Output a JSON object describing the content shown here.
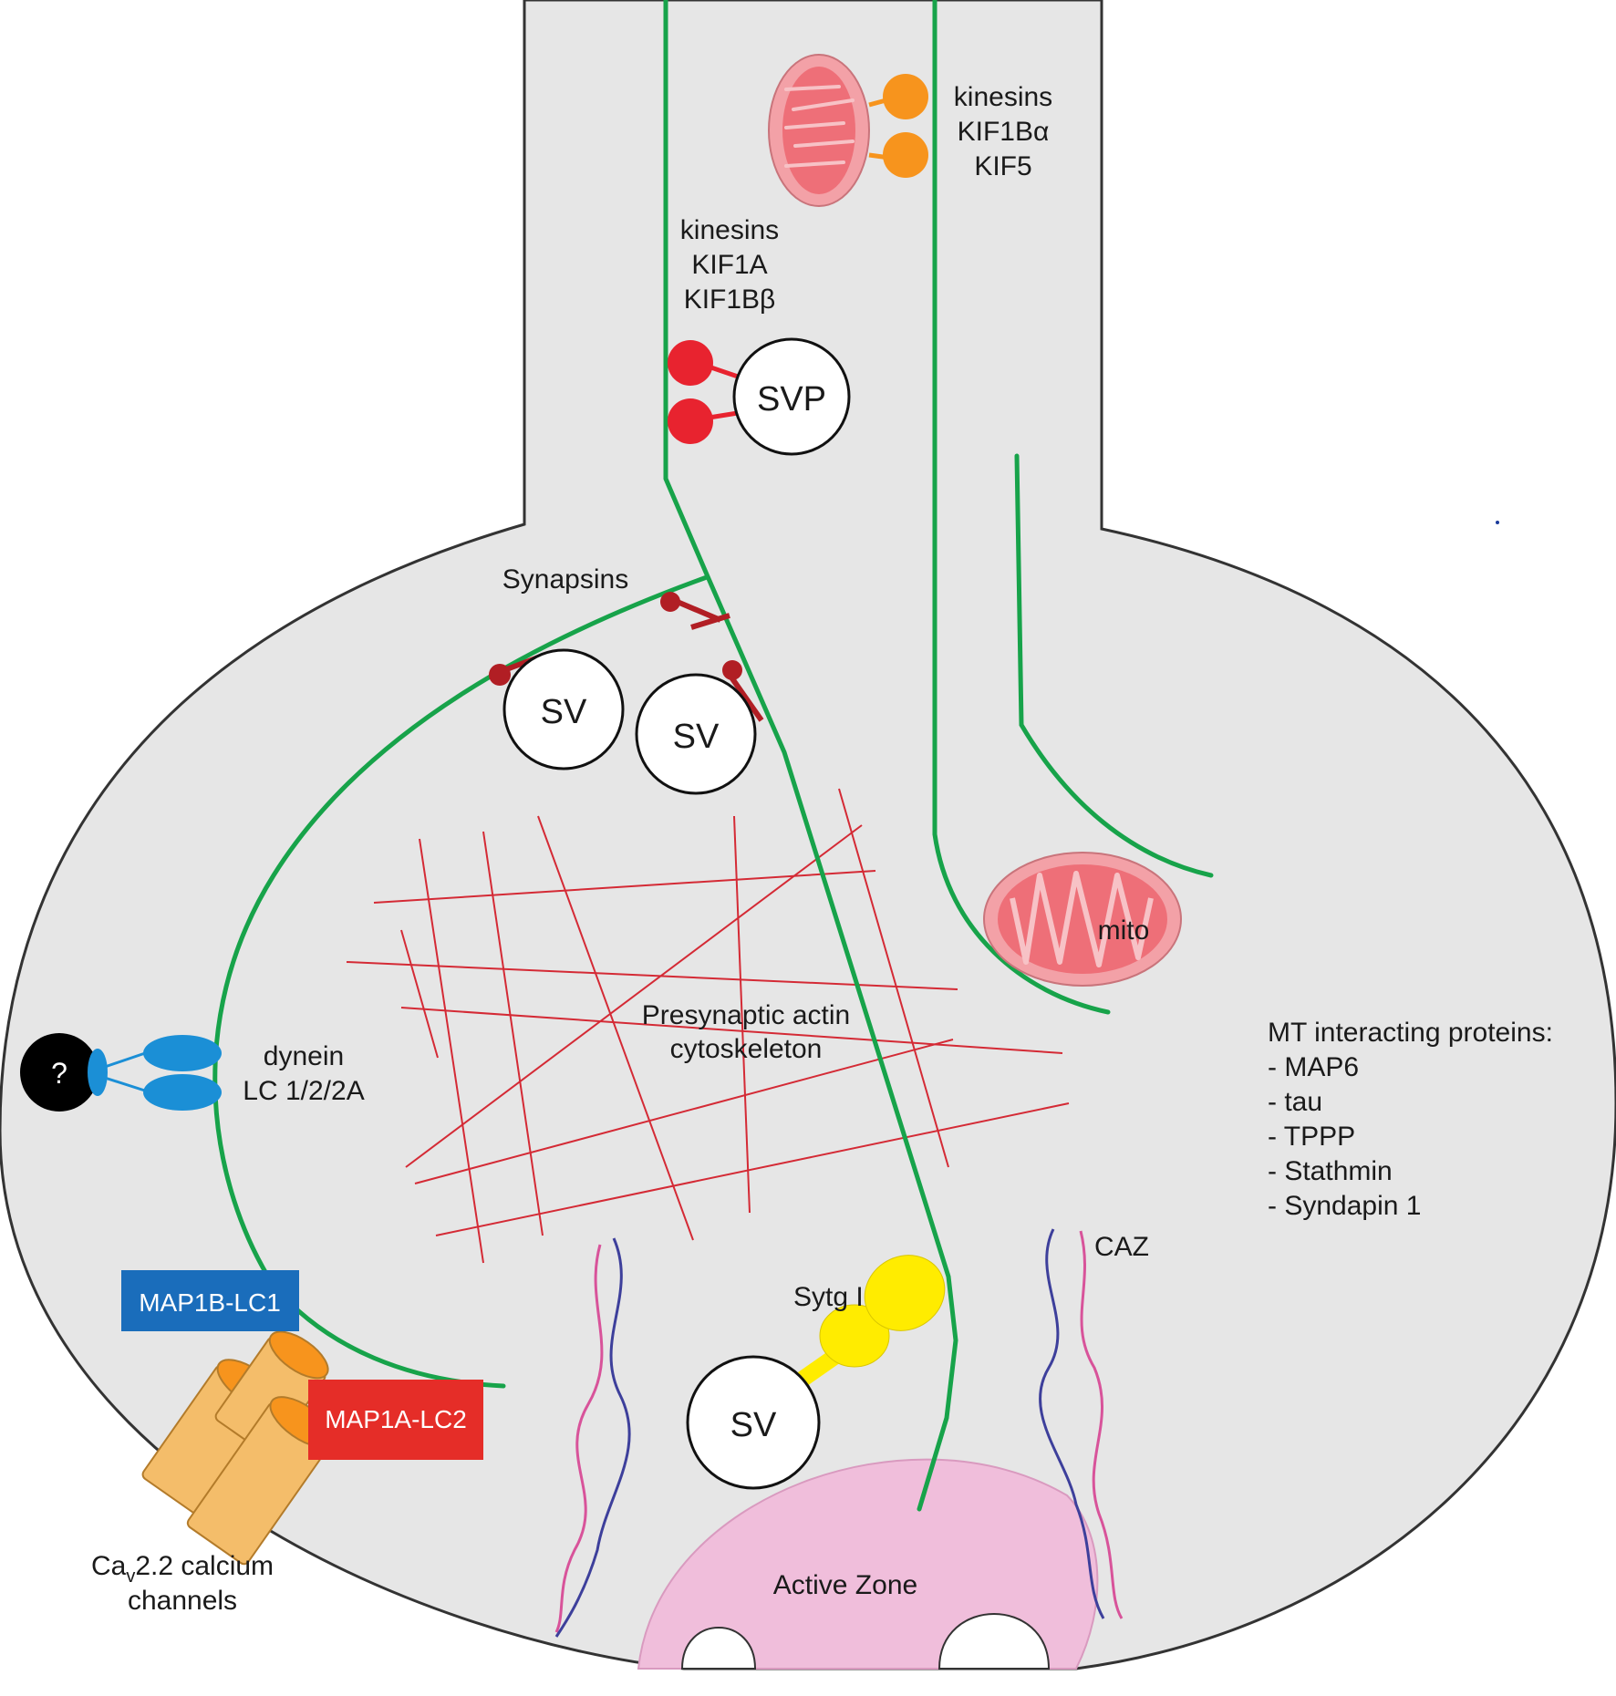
{
  "labels": {
    "kinesins_mito": [
      "kinesins",
      "KIF1Bα",
      "KIF5"
    ],
    "kinesins_svp": [
      "kinesins",
      "KIF1A",
      "KIF1Bβ"
    ],
    "svp": "SVP",
    "synapsins": "Synapsins",
    "sv": "SV",
    "mito": "mito",
    "actin": [
      "Presynaptic actin",
      "cytoskeleton"
    ],
    "dynein": [
      "dynein",
      "LC 1/2/2A"
    ],
    "question": "?",
    "mt_title": "MT interacting proteins:",
    "mt_proteins": [
      "- MAP6",
      "- tau",
      "- TPPP",
      "- Stathmin",
      "- Syndapin 1"
    ],
    "caz": "CAZ",
    "sytg": "Sytg I",
    "map1b": "MAP1B-LC1",
    "map1a": "MAP1A-LC2",
    "cav_prefix": "Ca",
    "cav_sub": "v",
    "cav_rest": "2.2 calcium",
    "cav_line2": "channels",
    "active_zone": "Active Zone"
  },
  "colors": {
    "terminal_fill": "#e6e6e6",
    "outline": "#333333",
    "microtubule": "#17a34a",
    "actin": "#d42a35",
    "kinesin_mito": "#f7941d",
    "kinesin_svp": "#e8232f",
    "synapsin": "#b11e24",
    "mito_outer": "#f3a1a7",
    "mito_inner": "#ee6f78",
    "dynein": "#1b8fd6",
    "sytg": "#ffec00",
    "map1b_box": "#1a6dbb",
    "map1a_box": "#e52d28",
    "channel": "#f4bd6a",
    "channel_top": "#f7941d",
    "active_zone": "#f0bedb",
    "caz_blue": "#3d3f9b",
    "caz_pink": "#d8539a"
  }
}
